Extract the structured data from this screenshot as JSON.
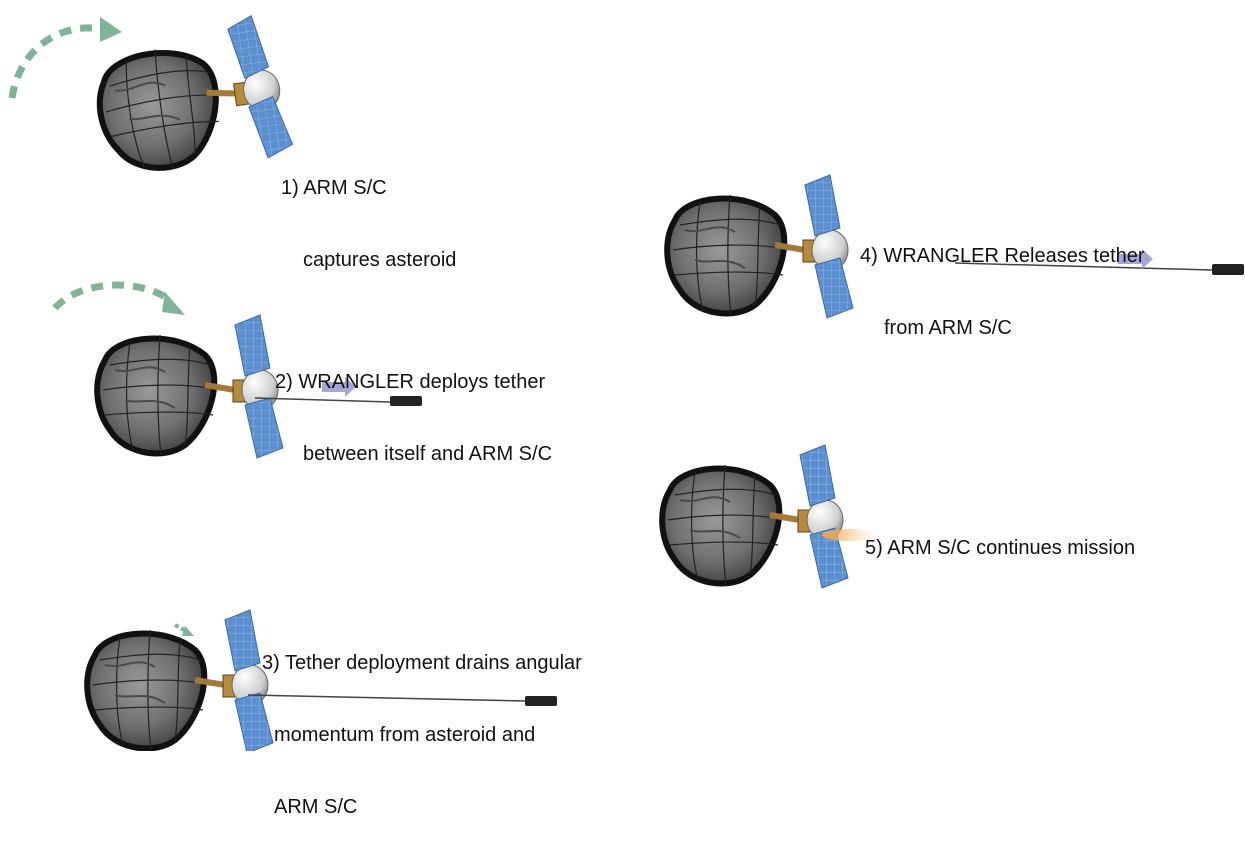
{
  "steps": [
    {
      "id": 1,
      "lines": [
        "1) ARM S/C",
        "captures asteroid"
      ]
    },
    {
      "id": 2,
      "lines": [
        "2) WRANGLER deploys tether",
        "between itself and ARM S/C"
      ]
    },
    {
      "id": 3,
      "lines": [
        "3) Tether deployment drains angular",
        "momentum from asteroid and",
        "ARM S/C"
      ]
    },
    {
      "id": 4,
      "lines": [
        "4) WRANGLER Releases tether",
        "from ARM S/C"
      ]
    },
    {
      "id": 5,
      "lines": [
        "5) ARM S/C continues mission"
      ]
    }
  ],
  "colors": {
    "rotation_arrow": "#7fb39a",
    "motion_arrow": "#a9a6d6",
    "solar_panel": "#5b8fd0",
    "asteroid": "#7a7a7a",
    "net": "#111111",
    "tether": "#444444",
    "thruster_plume": "#f2a23c"
  },
  "icons": [
    "asteroid-capture-net",
    "arm-spacecraft",
    "solar-panel",
    "wrangler-tether-device",
    "rotation-arrow",
    "motion-arrow",
    "thruster-plume"
  ]
}
